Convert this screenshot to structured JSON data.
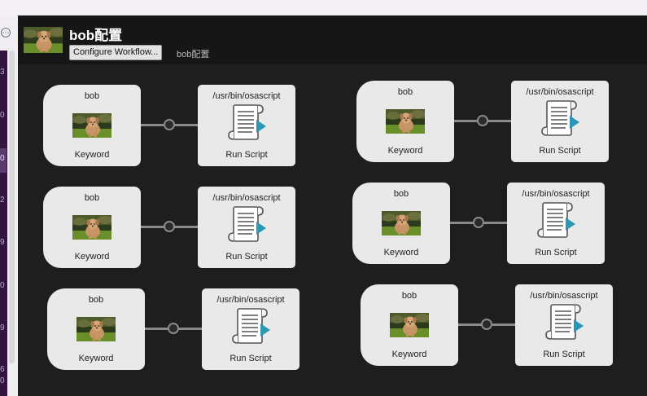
{
  "header": {
    "title": "bob配置",
    "configure_label": "Configure Workflow...",
    "subtitle": "bob配置"
  },
  "sidebar": {
    "more_glyph": "⋯",
    "row_digits": [
      "3",
      "0",
      "0",
      "2",
      "9",
      "0",
      "9",
      "6",
      "0"
    ]
  },
  "nodes": [
    {
      "keyword": "bob",
      "keyword_label": "Keyword",
      "script_path": "/usr/bin/osascript",
      "script_label": "Run Script"
    },
    {
      "keyword": "bob",
      "keyword_label": "Keyword",
      "script_path": "/usr/bin/osascript",
      "script_label": "Run Script"
    },
    {
      "keyword": "bob",
      "keyword_label": "Keyword",
      "script_path": "/usr/bin/osascript",
      "script_label": "Run Script"
    },
    {
      "keyword": "bob",
      "keyword_label": "Keyword",
      "script_path": "/usr/bin/osascript",
      "script_label": "Run Script"
    },
    {
      "keyword": "bob",
      "keyword_label": "Keyword",
      "script_path": "/usr/bin/osascript",
      "script_label": "Run Script"
    },
    {
      "keyword": "bob",
      "keyword_label": "Keyword",
      "script_path": "/usr/bin/osascript",
      "script_label": "Run Script"
    }
  ],
  "icons": {
    "keyword": "dog-photo-icon",
    "script": "script-document-icon"
  },
  "colors": {
    "canvas": "#1e1e1e",
    "header": "#161616",
    "node": "#e9e9e9",
    "connector": "#8a8a8a",
    "script_arrow": "#2b97b3",
    "sidebar_accent": "#33163f"
  }
}
